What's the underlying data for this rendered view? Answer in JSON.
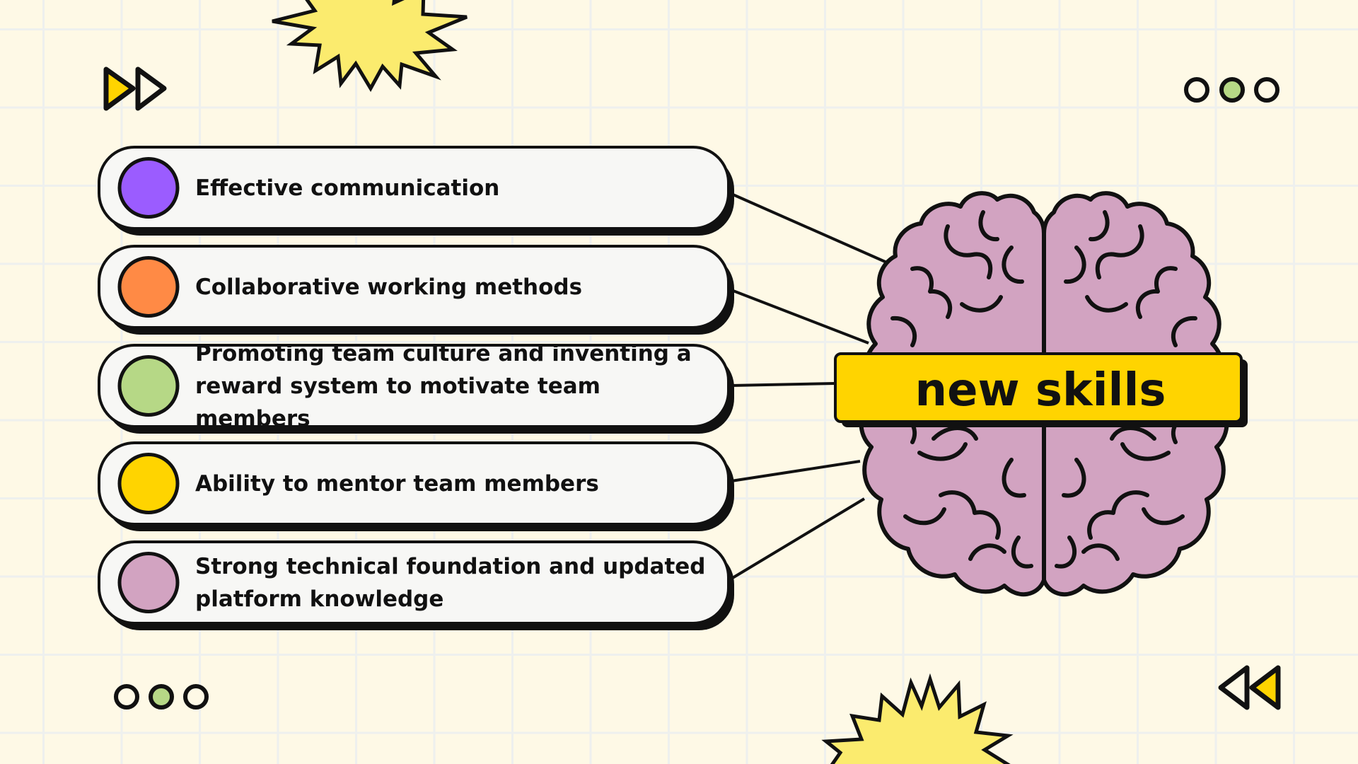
{
  "title": "new skills",
  "colors": {
    "background": "#FEF9E6",
    "card": "#F7F7F5",
    "outline": "#111111",
    "brain": "#D2A3C1",
    "title_bar": "#FFD400",
    "star": "#FBEB6E",
    "dot_green": "#B6D886"
  },
  "skills": [
    {
      "text": "Effective communication",
      "color": "#9B5CFF"
    },
    {
      "text": "Collaborative working methods",
      "color": "#FF8A45"
    },
    {
      "text": "Promoting team culture and inventing a reward system to motivate team members",
      "color": "#B6D886"
    },
    {
      "text": "Ability to mentor team members",
      "color": "#FFD400"
    },
    {
      "text": "Strong technical foundation and updated platform knowledge",
      "color": "#D2A3C1"
    }
  ],
  "icons": {
    "top_left": "fast-forward-icon",
    "bottom_right": "rewind-icon",
    "dots": "three-dots-icon",
    "brain": "brain-icon",
    "burst": "starburst-icon"
  }
}
